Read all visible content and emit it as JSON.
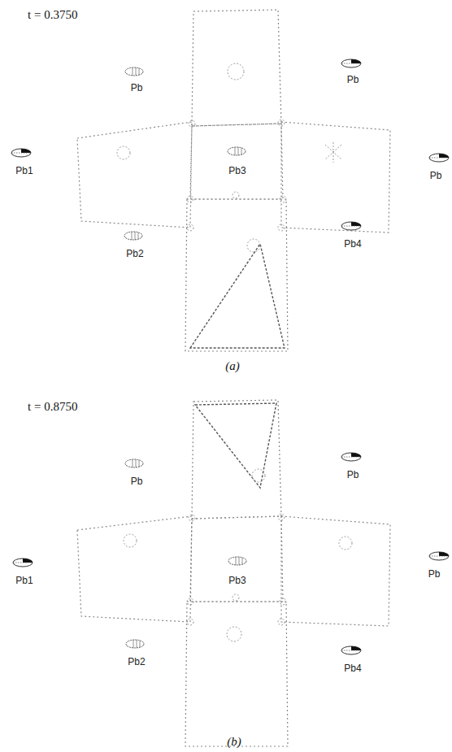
{
  "diagram": {
    "labels": [
      "t = 0.3750",
      "Pb",
      "Pb",
      "Pb1",
      "Pb3",
      "Pb",
      "Pb2",
      "Pb4",
      "(a)",
      "t = 0.8750",
      "Pb",
      "Pb",
      "Pb1",
      "Pb3",
      "Pb",
      "Pb2",
      "Pb4",
      "(b)"
    ]
  }
}
